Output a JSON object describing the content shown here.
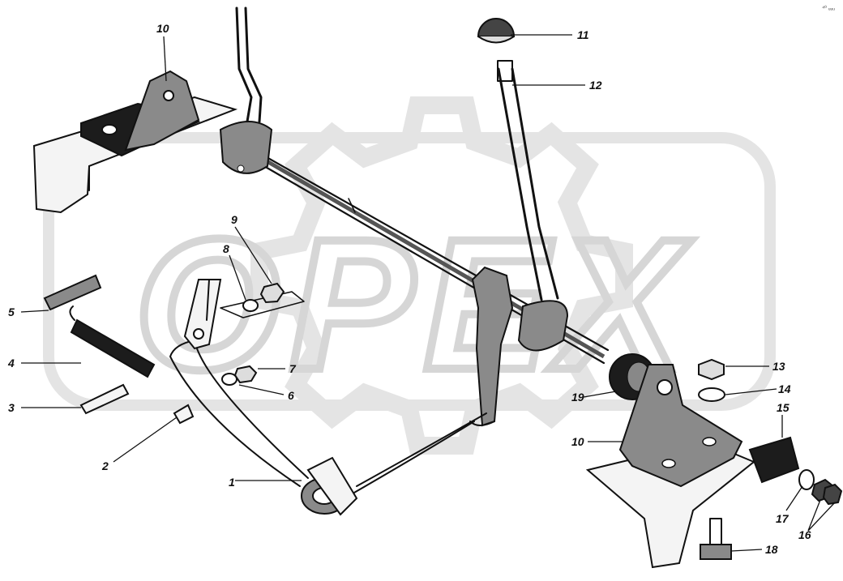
{
  "diagram": {
    "watermark": "OPEX",
    "corner_mark": "⁴⁰ ᵤᵤᵤ",
    "callouts": [
      {
        "id": "1",
        "label": "1"
      },
      {
        "id": "2",
        "label": "2"
      },
      {
        "id": "3",
        "label": "3"
      },
      {
        "id": "4",
        "label": "4"
      },
      {
        "id": "5",
        "label": "5"
      },
      {
        "id": "6",
        "label": "6"
      },
      {
        "id": "7",
        "label": "7"
      },
      {
        "id": "8",
        "label": "8"
      },
      {
        "id": "9",
        "label": "9"
      },
      {
        "id": "10a",
        "label": "10"
      },
      {
        "id": "10b",
        "label": "10"
      },
      {
        "id": "11",
        "label": "11"
      },
      {
        "id": "12",
        "label": "12"
      },
      {
        "id": "13",
        "label": "13"
      },
      {
        "id": "14",
        "label": "14"
      },
      {
        "id": "15",
        "label": "15"
      },
      {
        "id": "16",
        "label": "16"
      },
      {
        "id": "17",
        "label": "17"
      },
      {
        "id": "18",
        "label": "18"
      },
      {
        "id": "19",
        "label": "19"
      }
    ]
  }
}
